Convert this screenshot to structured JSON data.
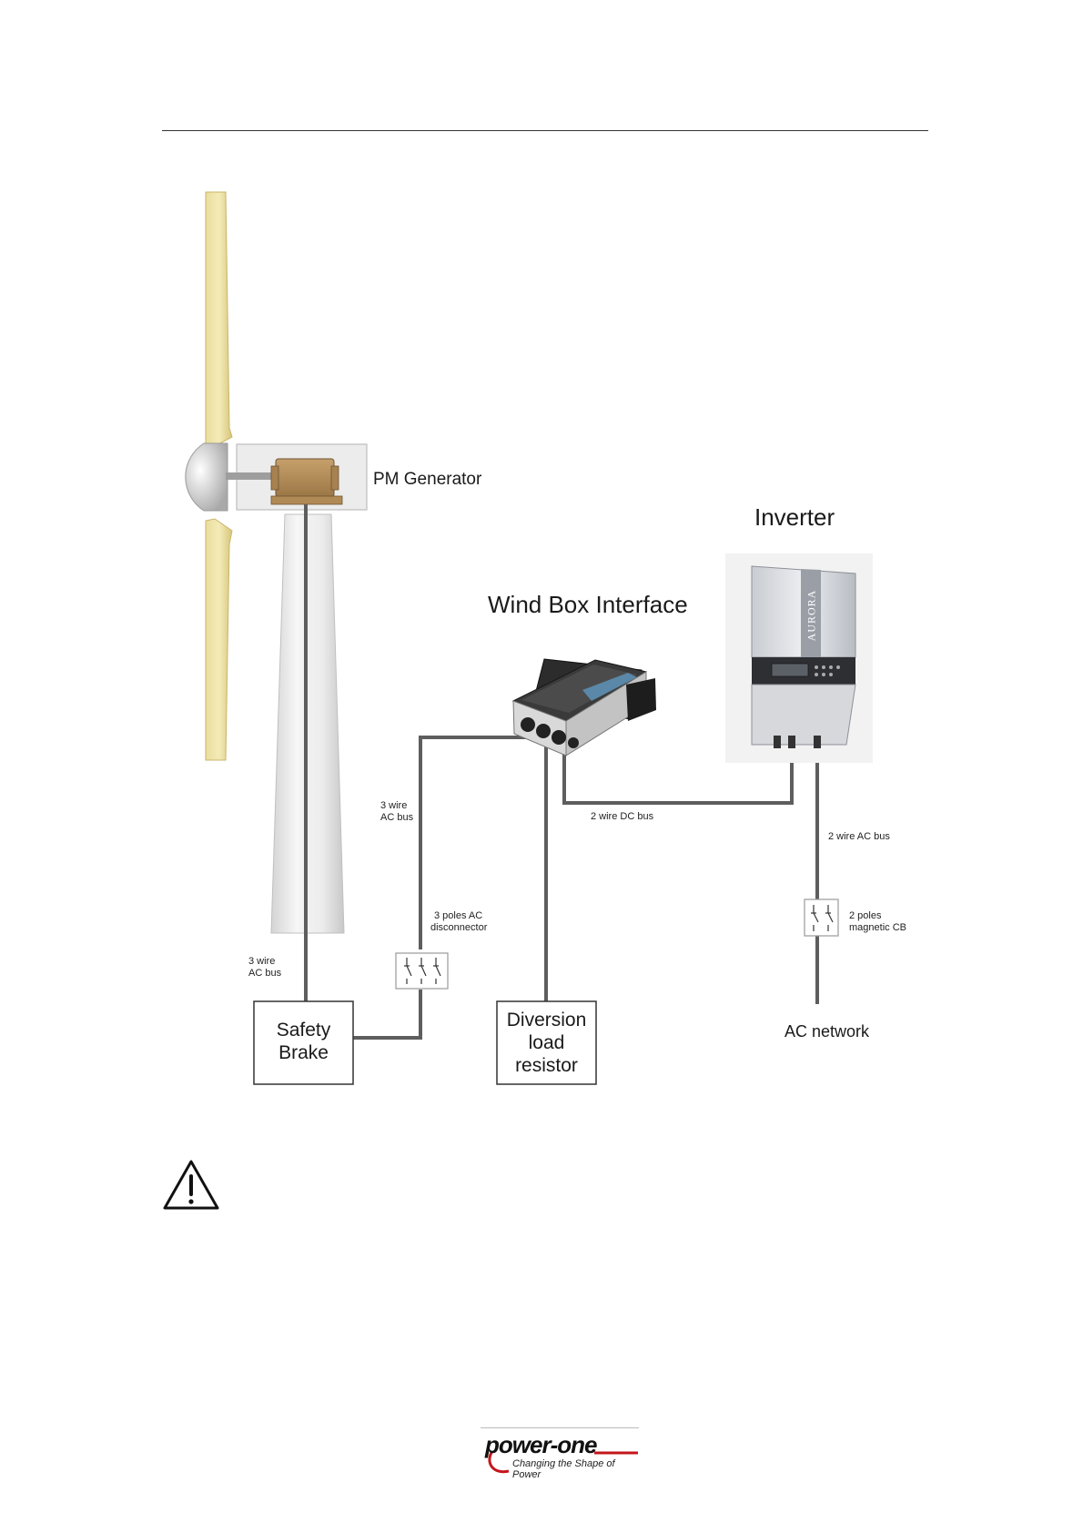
{
  "labels": {
    "pm_generator": "PM Generator",
    "inverter": "Inverter",
    "wind_box": "Wind Box Interface",
    "ac_network": "AC network",
    "ac_bus_upper": [
      "3 wire",
      "AC bus"
    ],
    "ac_bus_lower": [
      "3 wire",
      "AC bus"
    ],
    "dc_bus": "2 wire DC bus",
    "ac_bus_2wire": "2 wire AC bus",
    "disconnector": [
      "3 poles AC",
      "disconnector"
    ],
    "magnetic_cb": [
      "2 poles",
      "magnetic CB"
    ],
    "aurora_brand": "AURORA"
  },
  "boxes": {
    "safety_brake": [
      "Safety",
      "Brake"
    ],
    "diversion_load": [
      "Diversion",
      "load",
      "resistor"
    ]
  },
  "logo": {
    "name": "power-one",
    "tagline": "Changing the Shape of Power",
    "brand_color": "#c4161c"
  },
  "icons": {
    "warning": "warning-triangle-icon"
  }
}
